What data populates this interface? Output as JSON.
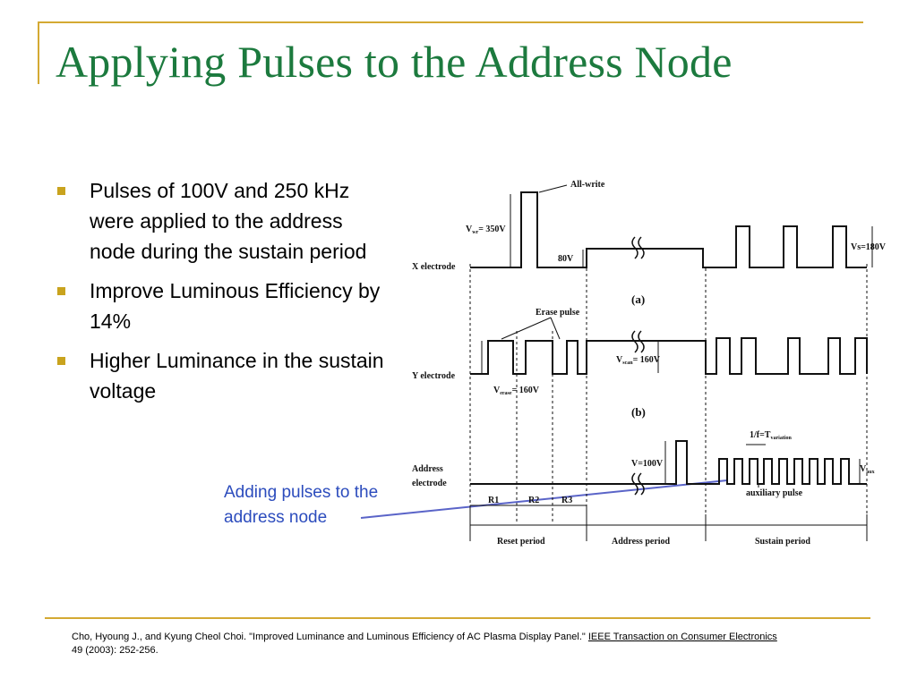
{
  "slide": {
    "title": "Applying Pulses to the Address Node",
    "bullets": [
      "Pulses of 100V and 250 kHz were applied to the address node during the sustain period",
      "Improve Luminous Efficiency by 14%",
      "Higher Luminance in the sustain voltage"
    ],
    "annotation": "Adding pulses to the address node",
    "colors": {
      "title": "#1c7a3e",
      "rule": "#d4a933",
      "bullet": "#c9a31e",
      "annotation": "#2c4cbd"
    }
  },
  "diagram": {
    "label_all_write": "All-write",
    "label_vw_main": "V",
    "label_vw_sub": "wr",
    "label_vw_value": "= 350V",
    "label_80v": "80V",
    "label_vs": "Vs=180V",
    "label_x_electrode": "X electrode",
    "label_a": "(a)",
    "label_erase_pulse": "Erase pulse",
    "label_y_electrode": "Y electrode",
    "label_vscan_main": "V",
    "label_vscan_sub": "scan",
    "label_vscan_value": "= 160V",
    "label_verase_main": "V",
    "label_verase_sub": "erase",
    "label_verase_value": "= 160V",
    "label_b": "(b)",
    "label_freq_main": "1/f=T",
    "label_freq_sub": "variation",
    "label_va_main": "V",
    "label_va_value": "=100V",
    "label_vaux_main": "V",
    "label_vaux_sub": "aux",
    "label_address_electrode_1": "Address",
    "label_address_electrode_2": "electrode",
    "label_aux_pulse": "auxiliary pulse",
    "label_r1": "R1",
    "label_r2": "R2",
    "label_r3": "R3",
    "label_reset_period": "Reset period",
    "label_address_period": "Address period",
    "label_sustain_period": "Sustain  period"
  },
  "citation": {
    "text": "Cho, Hyoung J., and Kyung Cheol Choi. \"Improved Luminance and Luminous Efficiency of AC Plasma Display Panel.\" ",
    "journal": "IEEE Transaction on Consumer Electronics",
    "rest": " 49 (2003): 252-256."
  }
}
